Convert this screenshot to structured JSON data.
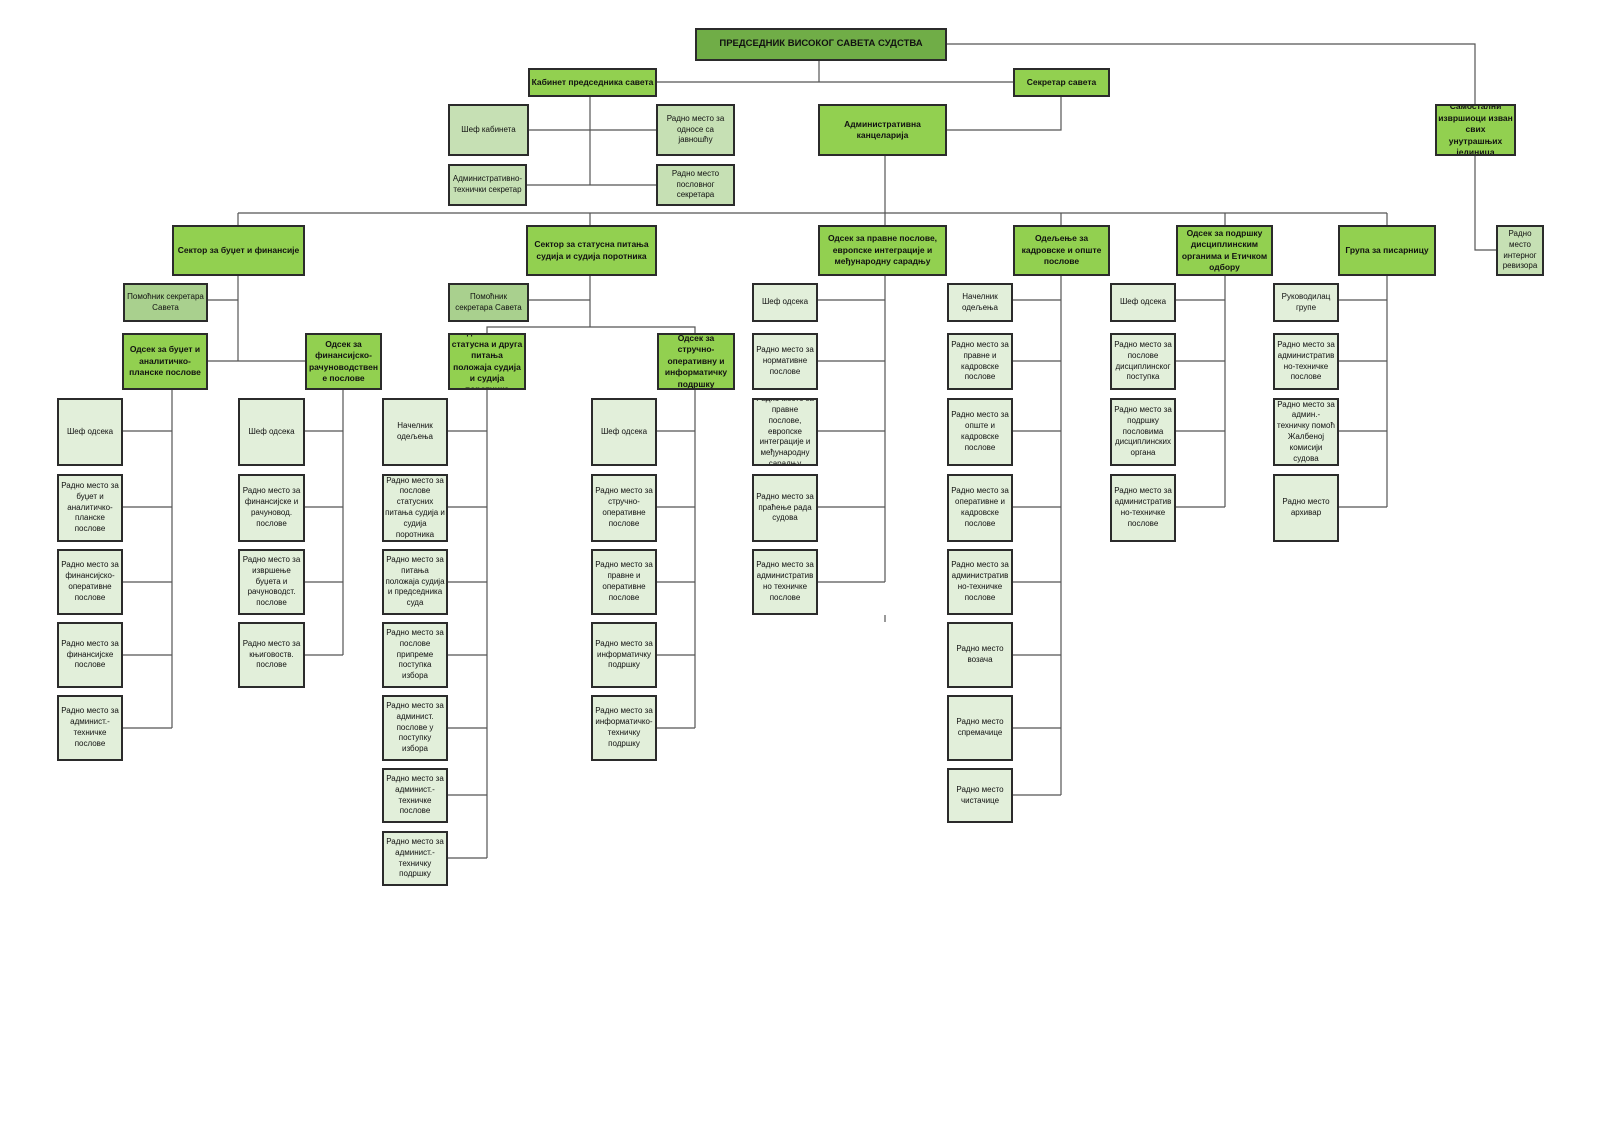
{
  "president": "ПРЕДСЕДНИК ВИСОКОГ САВЕТА СУДСТВА",
  "cabinet": {
    "title": "Кабинет председника савета",
    "staff": [
      "Шеф кабинета",
      "Радно место за односе са јавношћу",
      "Административно-технички секретар",
      "Радно место пословног секретара"
    ]
  },
  "secretary": "Секретар савета",
  "admin_office": "Административна канцеларија",
  "independent": {
    "title": "Самостални извршиоци изван свих унутрашњих јединица",
    "staff": [
      "Радно место интерног ревизора"
    ]
  },
  "budget_sector": {
    "title": "Сектор за буџет и финансије",
    "helper": "Помоћник секретара Савета",
    "dept_budget": {
      "title": "Одсек за буџет и аналитичко-планске послове",
      "staff": [
        "Шеф одсека",
        "Радно место за буџет и аналитичко-планске послове",
        "Радно место за финансијско-оперативне послове",
        "Радно место за финансијске послове",
        "Радно место за админист.-техничке послове"
      ]
    },
    "dept_finance": {
      "title": "Одсек за финансијско-рачуноводствене послове",
      "staff": [
        "Шеф одсека",
        "Радно место за финансијске и рачуновод. послове",
        "Радно место за извршење буџета и рачуноводст. послове",
        "Радно место за књиговоств. послове"
      ]
    }
  },
  "status_sector": {
    "title": "Сектор за статусна питања судија и судија поротника",
    "helper": "Помоћник секретара Савета",
    "division": {
      "title": "Одељење за статусна и друга питања положаја судија и судија поротника",
      "staff": [
        "Начелник одељења",
        "Радно место за послове статусних питања судија и судија поротника",
        "Радно место за питања положаја судија и председника суда",
        "Радно место за послове припреме поступка избора",
        "Радно место за админист. послове у поступку избора",
        "Радно место за админист.-техничке послове",
        "Радно место за админист.-техничку подршку"
      ]
    },
    "dept_it": {
      "title": "Одсек за стручно-оперативну и информатичку подршку",
      "staff": [
        "Шеф одсека",
        "Радно место за стручно-оперативне послове",
        "Радно место за правне и оперативне послове",
        "Радно место за информатичку подршку",
        "Радно место за информатичко-техничку подршку"
      ]
    }
  },
  "legal_dept": {
    "title": "Одсек за правне послове, европске интеграције и међународну сарадњу",
    "staff": [
      "Шеф одсека",
      "Радно место за нормативне послове",
      "Радно место за правне послове, европске интеграције и међународну сарадњу",
      "Радно место за праћење рада судова",
      "Радно место за административ но техничке послове"
    ]
  },
  "hr_division": {
    "title": "Одељење за кадровске и опште послове",
    "staff": [
      "Начелник одељења",
      "Радно место за правне и кадровске послове",
      "Радно место за опште и кадровске послове",
      "Радно место за оперативне и кадровске послове",
      "Радно место за административ но-техничке послове",
      "Радно место возача",
      "Радно место спремачице",
      "Радно место чистачице"
    ]
  },
  "disciplinary_dept": {
    "title": "Одсек за подршку дисциплинским органима и Етичком одбору",
    "staff": [
      "Шеф одсека",
      "Радно место за послове дисциплинског поступка",
      "Радно место за подршку пословима дисциплинских органа",
      "Радно место за административ но-техничке послове"
    ]
  },
  "registry_group": {
    "title": "Група за писарницу",
    "staff": [
      "Руководилац групе",
      "Радно место за административ но-техничке послове",
      "Радно место за админ.-техничку помоћ Жалбеној комисији судова",
      "Радно место архивар"
    ]
  },
  "colors": {
    "top": "#70ad47",
    "unit": "#92d050",
    "helper": "#a9d08e",
    "staff": "#e2efda"
  }
}
